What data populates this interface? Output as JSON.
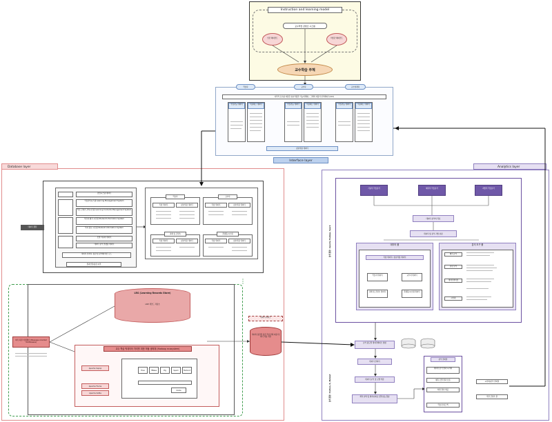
{
  "top": {
    "title": "Instruction and learning model",
    "system": "교수학습 콘텐츠 시스템",
    "left_entity": "인간 에이전트",
    "right_entity": "비인간 에이전트",
    "subject": "교수학습 주체"
  },
  "interface": {
    "roles": [
      "학습자",
      "교수자",
      "교수설계자"
    ],
    "header": "사작적 요소를 이용한 상호작용을 가능하게하는 그래픽 사용자 인터페이스(GUI)",
    "col_titles": [
      "수집가능 데이터",
      "목표하는 데이터",
      "수집가능 데이터",
      "목표하는 데이터",
      "수집가능 데이터",
      "목표하는 데이터"
    ],
    "bottom_bar": "상호작용 데이터",
    "label": "Interface layer"
  },
  "database": {
    "label": "Database layer",
    "source_label": "데이터 원천",
    "sources": [
      "협업시스템 데이터",
      "학습관리시스템 Learning Management System",
      "학습 콘텐츠 관리시스템 Learning Contents Management System",
      "학습자 평가 시스템 Student Information System",
      "학사 정보 시스템 Student Information System",
      "소셜 미디어 데이터",
      "데이터 분석 플랫폼 데이터"
    ],
    "source_footer": "데이터 전처리, 통합 및 분석에 따른 로드",
    "groups": [
      {
        "title": "학습자",
        "cells": [
          "특성 데이터",
          "상호작용 데이터"
        ]
      },
      {
        "title": "교수자",
        "cells": [
          "특성 데이터",
          "상호작용 데이터"
        ]
      },
      {
        "title": "과제 및 콘텐츠",
        "cells": [
          "특성 데이터",
          "상호작용 데이터"
        ]
      },
      {
        "title": "플랫폼/시스템",
        "cells": [
          "특성 데이터",
          "상호작용 데이터"
        ]
      }
    ],
    "group_footer": "결과전달/통합 이력",
    "lrs_title": "LRS (Learning Records Store)",
    "lrs_sub": "xAPI 레코드 저장소",
    "lake_title": "데이터 레이크",
    "lake_text": "데이터 통합을 통한 학습관계 이용 데이터 저장 자산",
    "middleware": "처리 지원 미들웨어 (Message-oriented middleware)",
    "ecosystem": "교수 학습 빅데이터 처리를 위한 하둡 생태계 (Hadoop ecosystem)",
    "eco_left": [
      "Apache Sqoop",
      "Apache Flume",
      "Apache Kafka"
    ],
    "eco_tools": [
      "Hive",
      "HBase",
      "Pig",
      "Spark",
      "Mahout",
      "Oozie"
    ]
  },
  "analytics": {
    "label": "Analytics layer",
    "vertical_top": "분석 환경 : Apache Hadoop, Spark",
    "vertical_bottom": "분석 환경 : Python, R, Mahout",
    "types": [
      "기술적 학습분석",
      "예측적 학습분석",
      "처방적 학습분석"
    ],
    "goal": "데이터 분석의 목표",
    "selection": "데이터 및 분석 기법 선정",
    "pool_title": "데이터 풀",
    "pool_sub": "특성 데이터 / 상호작용 데이터",
    "pool_cells": [
      "학습자 데이터",
      "교수자 데이터",
      "과제 및 콘텐츠 데이터",
      "플랫폼/시스템 데이터"
    ],
    "tool_title": "분석 도구 풀",
    "tool_cells": [
      "예측 분석",
      "분류 분석",
      "데이터마이닝",
      "시각화"
    ],
    "steps": [
      "분석 용도별 데이터베이스 생성",
      "데이터 전처리",
      "데이터 분석 및 모델 적합",
      "최적 선택 및 앤지니어링 모델 성능 향상"
    ],
    "results_title": "분석 결과물",
    "results": [
      "데이터 분석 결과 시각화",
      "예측 모델 결과 산출",
      "처방 결과 제공",
      "학습자 피드백"
    ],
    "viz": "시각화/분석 결과물",
    "recommend": "추천 콘텐츠 풀"
  }
}
